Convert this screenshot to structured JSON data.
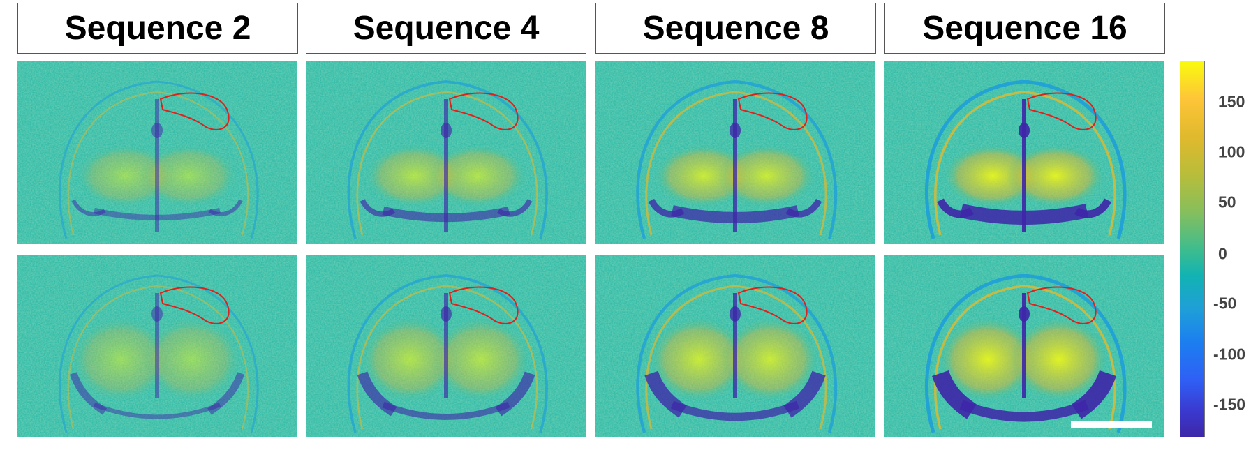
{
  "columns": [
    {
      "title": "Sequence 2"
    },
    {
      "title": "Sequence 4"
    },
    {
      "title": "Sequence 8"
    },
    {
      "title": "Sequence 16"
    }
  ],
  "rows": 2,
  "colorbar": {
    "ticks": [
      "150",
      "100",
      "50",
      "0",
      "-50",
      "-100",
      "-150"
    ],
    "colormap": "parula",
    "colors": {
      "high": "#f9fb0e",
      "mid_high": "#e1b92d",
      "mid": "#3ebd8d",
      "zero": "#12b3b2",
      "mid_low": "#1f9fd8",
      "low": "#3e26a8"
    }
  },
  "roi_outline_color": "#e0201b",
  "scale_bar_color": "#ffffff"
}
